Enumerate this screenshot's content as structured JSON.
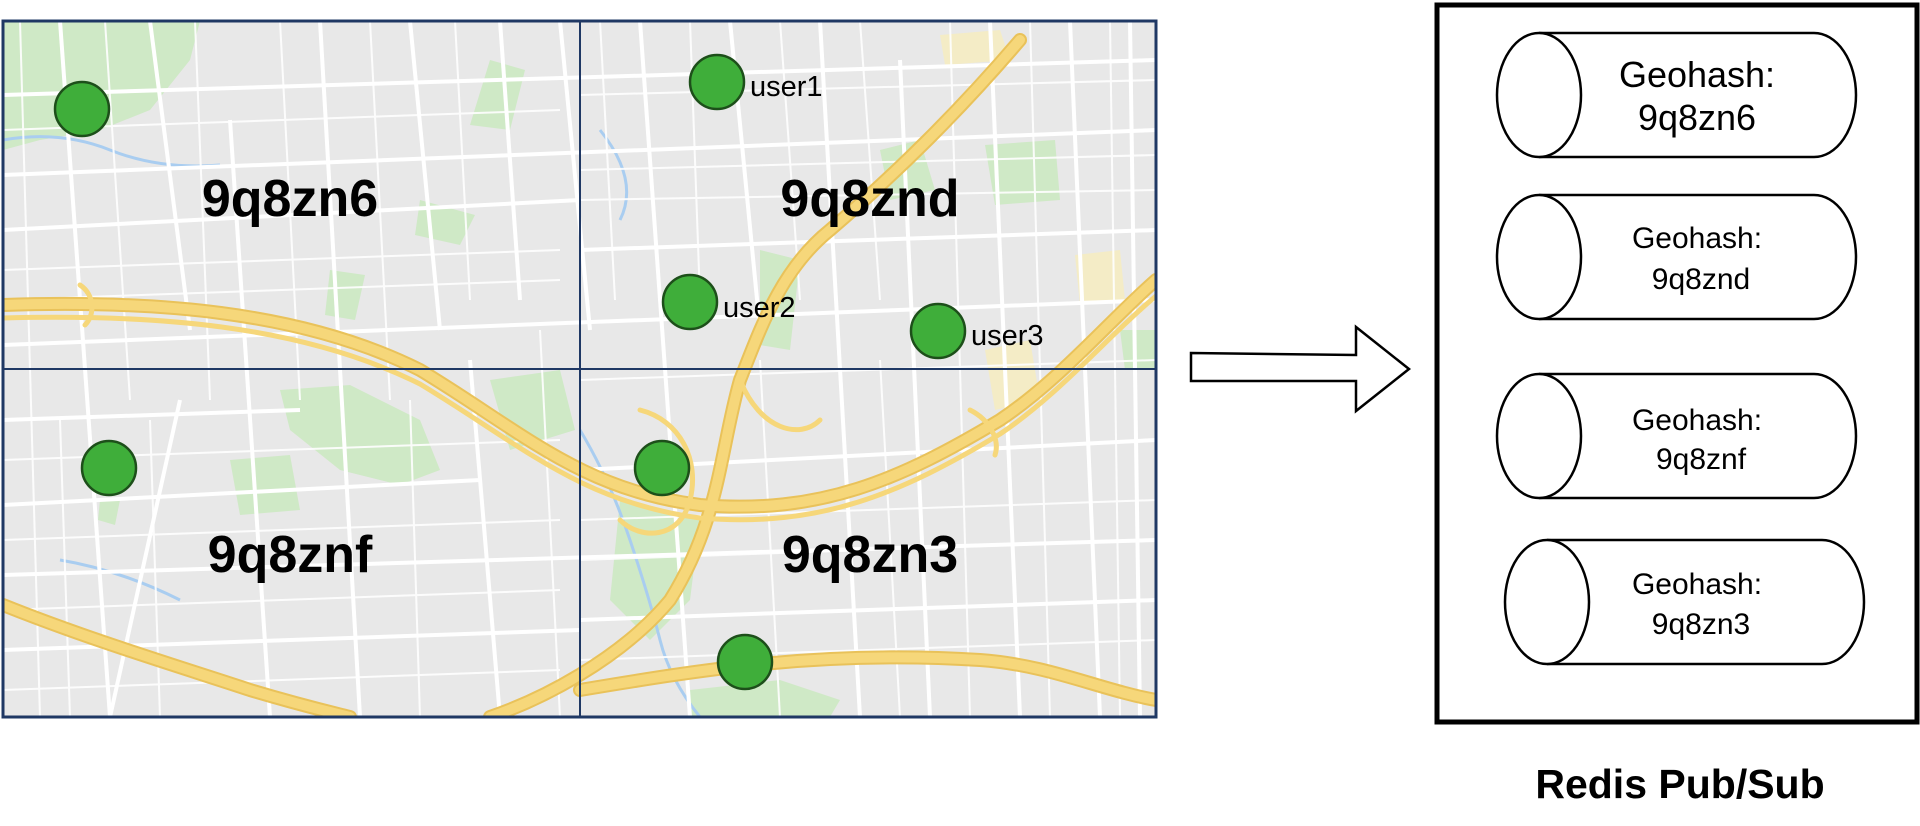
{
  "map": {
    "cells": [
      {
        "label": "9q8zn6"
      },
      {
        "label": "9q8znd"
      },
      {
        "label": "9q8znf"
      },
      {
        "label": "9q8zn3"
      }
    ],
    "users": [
      {
        "label": ""
      },
      {
        "label": "user1"
      },
      {
        "label": "user2"
      },
      {
        "label": "user3"
      },
      {
        "label": ""
      },
      {
        "label": ""
      },
      {
        "label": ""
      }
    ],
    "colors": {
      "background": "#e8e8e8",
      "road": "#ffffff",
      "highway": "#f6d77a",
      "highway_edge": "#e9c25a",
      "park": "#cfe9c6",
      "water": "#a9cdf0",
      "grid_line": "#1f3864",
      "marker": "#3fae3a",
      "marker_outline": "#1d4f1a"
    }
  },
  "pubsub": {
    "title": "Redis Pub/Sub",
    "channels": [
      {
        "prefix": "Geohash:",
        "value": "9q8zn6"
      },
      {
        "prefix": "Geohash:",
        "value": "9q8znd"
      },
      {
        "prefix": "Geohash:",
        "value": "9q8znf"
      },
      {
        "prefix": "Geohash:",
        "value": "9q8zn3"
      }
    ]
  }
}
